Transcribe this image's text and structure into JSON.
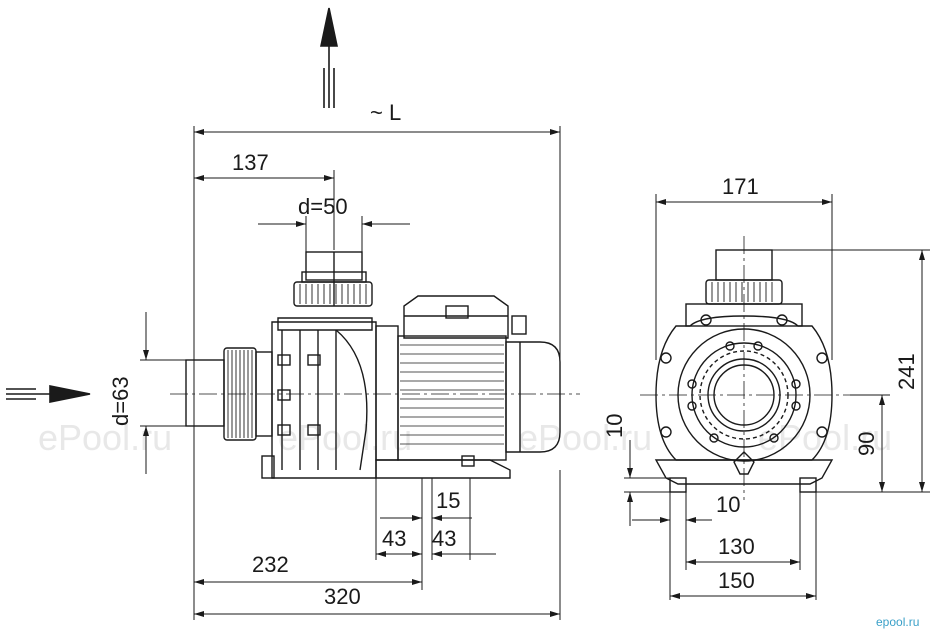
{
  "drawing": {
    "dimensions": {
      "length_overall": "~ L",
      "outlet_offset": "137",
      "outlet_diameter": "d=50",
      "inlet_diameter": "d=63",
      "mount_hole": "15",
      "base_left": "43",
      "base_right": "43",
      "inlet_to_base": "232",
      "total_length": "320",
      "width": "171",
      "height": "241",
      "axis_height": "90",
      "foot_thickness": "10",
      "foot_gap": "10",
      "hole_spacing": "130",
      "base_width": "150"
    },
    "watermark": "ePool.ru",
    "logo": "epool.ru"
  }
}
